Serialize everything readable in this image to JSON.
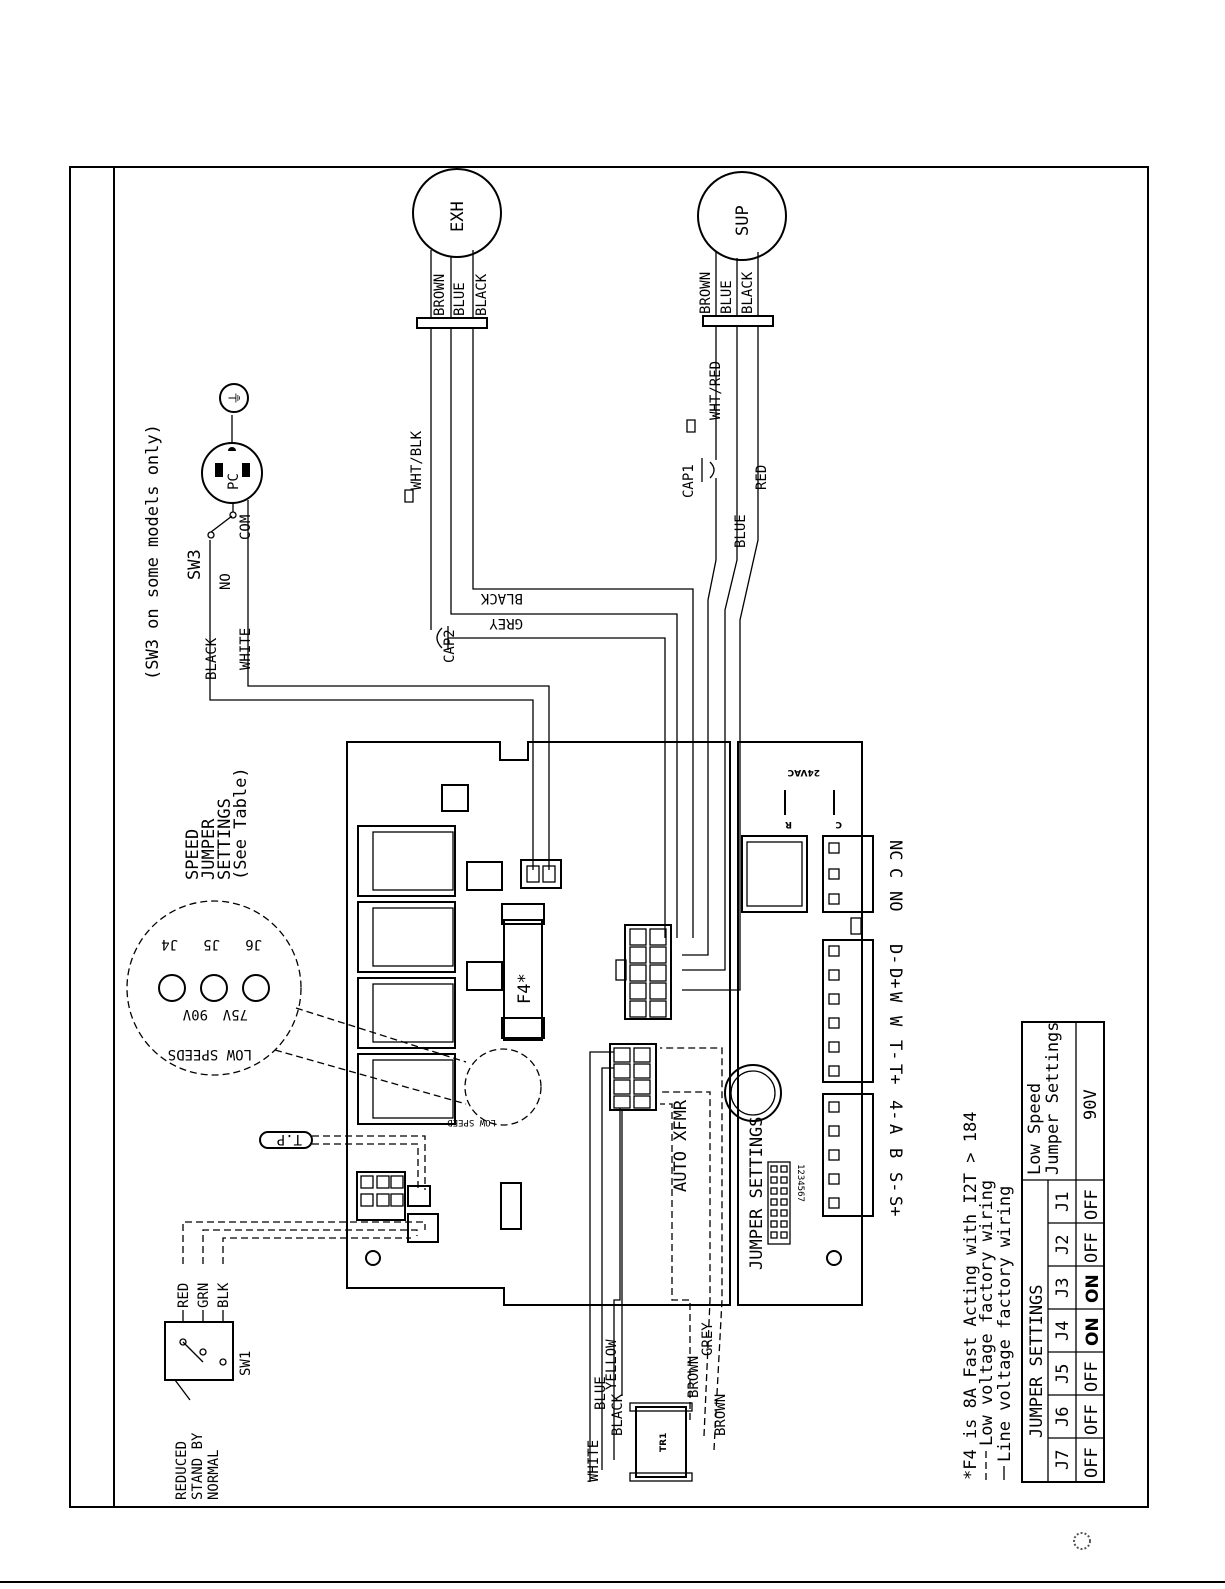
{
  "note_sw3": "(SW3 on some models only)",
  "motors": {
    "exh": {
      "label": "EXH",
      "wires": [
        "BROWN",
        "BLUE",
        "BLACK"
      ]
    },
    "sup": {
      "label": "SUP",
      "wires": [
        "BROWN",
        "BLUE",
        "BLACK"
      ]
    }
  },
  "wire_labels": {
    "wht_blk": "WHT/BLK",
    "wht_red": "WHT/RED",
    "cap1": "CAP1",
    "cap2": "CAP2",
    "blue": "BLUE",
    "red": "RED",
    "black_pc": "BLACK",
    "white_pc": "WHITE",
    "grey": "GREY",
    "black_cap": "BLACK",
    "sw3": "SW3",
    "no": "NO",
    "com": "COM",
    "pc": "PC"
  },
  "speed_jumper_note": [
    "SPEED",
    "JUMPER",
    "SETTINGS",
    "(See Table)"
  ],
  "low_speeds": {
    "title": "LOW SPEEDS",
    "jumpers": [
      "J4",
      "J5",
      "J6"
    ],
    "volts": [
      "90V",
      "75V"
    ]
  },
  "fuse_label": "F4*",
  "tp_label": "T.P",
  "auto_xfmr": "AUTO XFMR",
  "jumper_settings_label": "JUMPER SETTINGS",
  "tr1": "TR1",
  "ac24": "24VAC",
  "rc": [
    "R",
    "C"
  ],
  "terminals_top": [
    "NC",
    "C",
    "NO"
  ],
  "terminals_mid": [
    "D-",
    "D+",
    "W",
    "W",
    "T-",
    "T+"
  ],
  "terminals_bot": [
    "4-",
    "A",
    "B",
    "S-",
    "S+"
  ],
  "switch_wires": [
    "RED",
    "GRN",
    "BLK"
  ],
  "sw1": "SW1",
  "switch_positions": [
    "REDUCED",
    "STAND BY",
    "NORMAL"
  ],
  "transformer_wires": [
    "WHITE",
    "BLUE",
    "BLACK",
    "YELLOW",
    "BROWN",
    "GREY",
    "BROWN"
  ],
  "notes": {
    "f4": "*F4 is 8A Fast Acting with I2T > 184",
    "low_v": "Low voltage factory wiring",
    "line_v": "Line voltage factory wiring"
  },
  "table": {
    "title": "JUMPER SETTINGS",
    "cols": [
      "J7",
      "J6",
      "J5",
      "J4",
      "J3",
      "J2",
      "J1"
    ],
    "vals": [
      "OFF",
      "OFF",
      "OFF",
      "ON",
      "ON",
      "OFF",
      "OFF"
    ],
    "low_header": "Low Speed Jumper Settings",
    "low_val": "90V"
  }
}
